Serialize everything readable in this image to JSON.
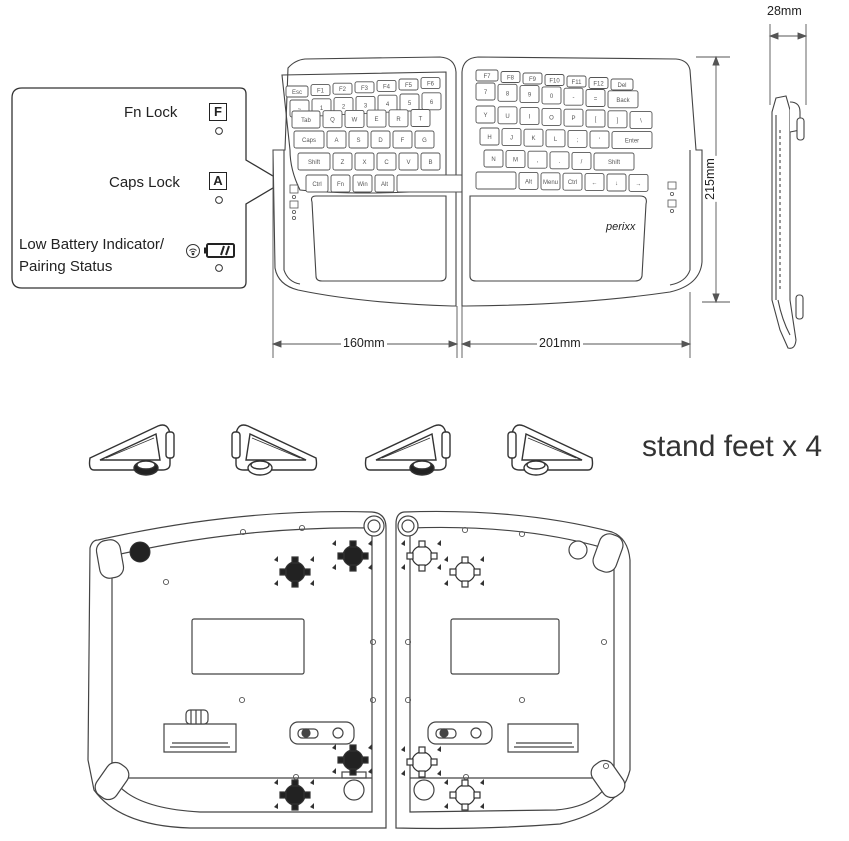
{
  "callout": {
    "fn_lock_label": "Fn Lock",
    "fn_lock_key": "F",
    "caps_lock_label": "Caps Lock",
    "caps_lock_key": "A",
    "battery_label_line1": "Low Battery Indicator/",
    "battery_label_line2": "Pairing Status"
  },
  "dimensions": {
    "depth": "28mm",
    "height": "215mm",
    "left_width": "160mm",
    "right_width": "201mm"
  },
  "stand_feet_label": "stand feet x 4",
  "brand_logo": "perixx",
  "left_keys": {
    "row0": [
      "Esc",
      "F1",
      "F2",
      "F3",
      "F4",
      "F5",
      "F6"
    ],
    "row1": [
      "~",
      "1",
      "2",
      "3",
      "4",
      "5",
      "6"
    ],
    "row2": [
      "Tab",
      "Q",
      "W",
      "E",
      "R",
      "T"
    ],
    "row3": [
      "Caps",
      "A",
      "S",
      "D",
      "F",
      "G"
    ],
    "row4": [
      "Shift",
      "Z",
      "X",
      "C",
      "V",
      "B"
    ],
    "row5": [
      "Ctrl",
      "Fn",
      "Win",
      "Alt",
      ""
    ]
  },
  "right_keys": {
    "row0": [
      "F7",
      "F8",
      "F9",
      "F10",
      "F11",
      "F12",
      "Del"
    ],
    "row1": [
      "7",
      "8",
      "9",
      "0",
      "-",
      "=",
      "Back"
    ],
    "row2": [
      "Y",
      "U",
      "I",
      "O",
      "P",
      "[",
      "]",
      "\\"
    ],
    "row3": [
      "H",
      "J",
      "K",
      "L",
      ";",
      "'",
      "Enter"
    ],
    "row4": [
      "N",
      "M",
      ",",
      ".",
      "/",
      "Shift"
    ],
    "row5": [
      "",
      "Alt",
      "Menu",
      "Ctrl",
      "←",
      "↓",
      "→"
    ]
  }
}
